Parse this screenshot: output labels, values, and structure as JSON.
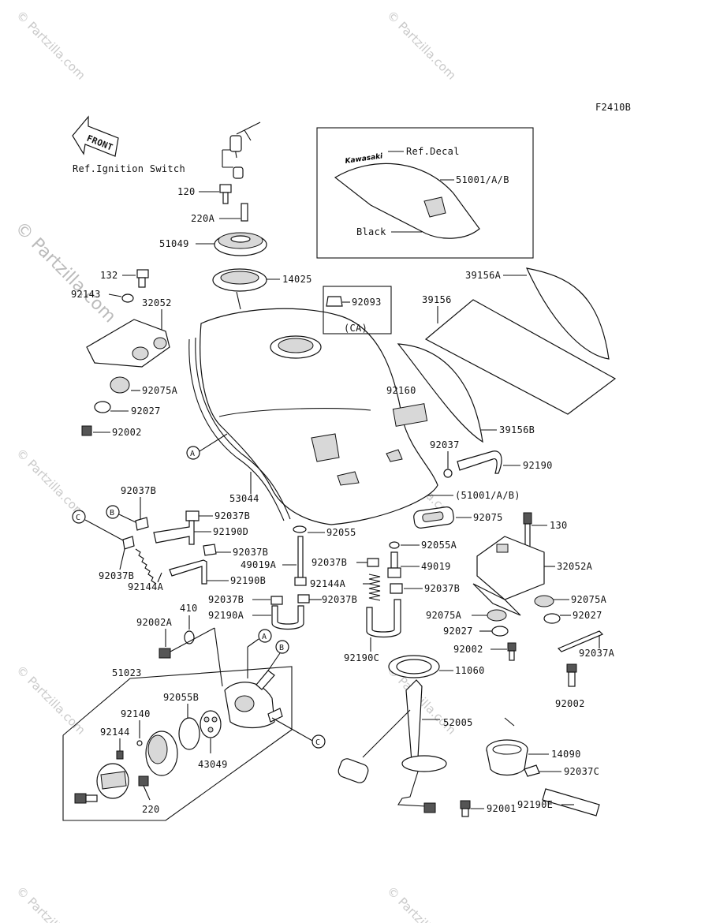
{
  "figure_code": "F2410B",
  "watermark": "© Partzilla.com",
  "front_label": "FRONT",
  "labels": {
    "ref_ignition": "Ref.Ignition Switch",
    "ref_decal": "Ref.Decal",
    "black": "Black",
    "p51001ab": "51001/A/B",
    "p51001ab_ref": "(51001/A/B)",
    "p120": "120",
    "p220a": "220A",
    "p51049": "51049",
    "p14025": "14025",
    "p132": "132",
    "p92143": "92143",
    "p32052": "32052",
    "p92075a_l": "92075A",
    "p92027_l": "92027",
    "p92002_l": "92002",
    "p92093": "92093",
    "pCA": "(CA)",
    "p39156a": "39156A",
    "p39156": "39156",
    "p92160": "92160",
    "p39156b": "39156B",
    "p92037": "92037",
    "p92190": "92190",
    "p53044": "53044",
    "p92037b_1": "92037B",
    "p92037b_2": "92037B",
    "p92190d": "92190D",
    "p92037b_3": "92037B",
    "p92037b_4": "92037B",
    "p92144a_l": "92144A",
    "p92190b": "92190B",
    "p92075": "92075",
    "p130": "130",
    "p92055": "92055",
    "p92055a": "92055A",
    "p49019a": "49019A",
    "p92037b_5": "92037B",
    "p49019": "49019",
    "p32052a": "32052A",
    "p92144a_m": "92144A",
    "p92037b_6": "92037B",
    "p92037b_7": "92037B",
    "p92037b_8": "92037B",
    "p92075a_r": "92075A",
    "p92075a_r2": "92075A",
    "p92190a": "92190A",
    "p410": "410",
    "p92002a": "92002A",
    "p92027_r": "92027",
    "p92027_r2": "92027",
    "p92002_r": "92002",
    "p92037a": "92037A",
    "p92190c": "92190C",
    "p11060": "11060",
    "p51023": "51023",
    "p92002_r2": "92002",
    "p92055b": "92055B",
    "p92140": "92140",
    "p52005": "52005",
    "p92144": "92144",
    "p43049": "43049",
    "p14090": "14090",
    "p92037c": "92037C",
    "p92001": "92001",
    "p220": "220",
    "p92190e": "92190E",
    "callout_a": "A",
    "callout_b": "B",
    "callout_c": "C",
    "brand_decal": "Kawasaki"
  }
}
